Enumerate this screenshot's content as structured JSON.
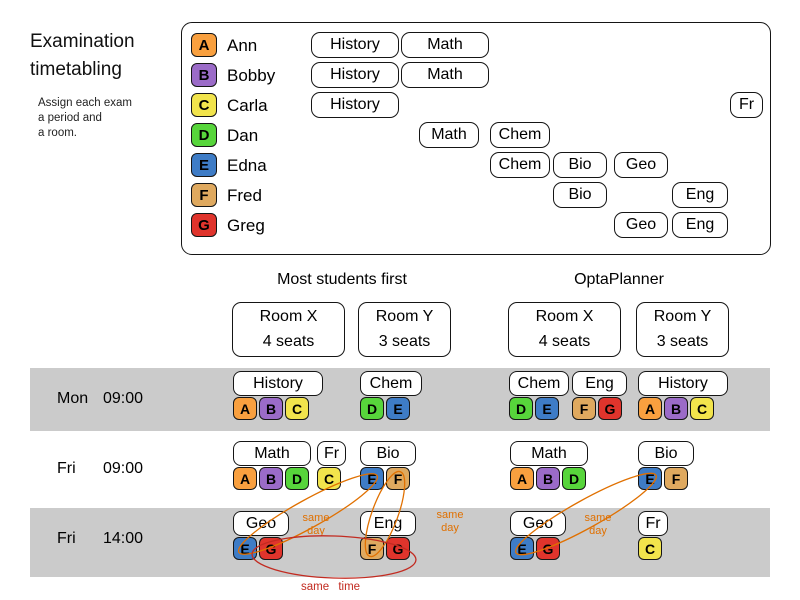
{
  "page": {
    "title_line1": "Examination",
    "title_line2": "timetabling",
    "subtitle_line1": "Assign each exam",
    "subtitle_line2": "a period and",
    "subtitle_line3": "a room."
  },
  "colors": {
    "A": "#F9A03F",
    "B": "#9B6BC8",
    "C": "#F2E44C",
    "D": "#57D53B",
    "E": "#3E7CC6",
    "F": "#DFA95F",
    "G": "#E0342C",
    "row_band": "#CBCBCB",
    "annotation_orange": "#E07000",
    "annotation_red": "#C22B21"
  },
  "students": [
    {
      "letter": "A",
      "name": "Ann",
      "exams": [
        "History",
        "Math"
      ]
    },
    {
      "letter": "B",
      "name": "Bobby",
      "exams": [
        "History",
        "Math"
      ]
    },
    {
      "letter": "C",
      "name": "Carla",
      "exams": [
        "History",
        "Fr"
      ]
    },
    {
      "letter": "D",
      "name": "Dan",
      "exams": [
        "Math",
        "Chem"
      ]
    },
    {
      "letter": "E",
      "name": "Edna",
      "exams": [
        "Chem",
        "Bio",
        "Geo"
      ]
    },
    {
      "letter": "F",
      "name": "Fred",
      "exams": [
        "Bio",
        "Eng"
      ]
    },
    {
      "letter": "G",
      "name": "Greg",
      "exams": [
        "Geo",
        "Eng"
      ]
    }
  ],
  "comparison": {
    "left_title": "Most students first",
    "right_title": "OptaPlanner",
    "room_x_name": "Room X",
    "room_x_seats": "4 seats",
    "room_y_name": "Room Y",
    "room_y_seats": "3 seats",
    "periods": [
      {
        "day": "Mon",
        "time": "09:00"
      },
      {
        "day": "Fri",
        "time": "09:00"
      },
      {
        "day": "Fri",
        "time": "14:00"
      }
    ],
    "msf": {
      "mon_x": [
        {
          "exam": "History",
          "students": [
            "A",
            "B",
            "C"
          ]
        }
      ],
      "mon_y": [
        {
          "exam": "Chem",
          "students": [
            "D",
            "E"
          ]
        }
      ],
      "fri9_x": [
        {
          "exam": "Math",
          "students": [
            "A",
            "B",
            "D"
          ]
        },
        {
          "exam": "Fr",
          "students": [
            "C"
          ]
        }
      ],
      "fri9_y": [
        {
          "exam": "Bio",
          "students": [
            "E",
            "F"
          ]
        }
      ],
      "fri14_x": [
        {
          "exam": "Geo",
          "students": [
            "E",
            "G"
          ]
        }
      ],
      "fri14_y": [
        {
          "exam": "Eng",
          "students": [
            "F",
            "G"
          ]
        }
      ]
    },
    "opta": {
      "mon_x": [
        {
          "exam": "Chem",
          "students": [
            "D",
            "E"
          ]
        },
        {
          "exam": "Eng",
          "students": [
            "F",
            "G"
          ]
        }
      ],
      "mon_y": [
        {
          "exam": "History",
          "students": [
            "A",
            "B",
            "C"
          ]
        }
      ],
      "fri9_x": [
        {
          "exam": "Math",
          "students": [
            "A",
            "B",
            "D"
          ]
        }
      ],
      "fri9_y": [
        {
          "exam": "Bio",
          "students": [
            "E",
            "F"
          ]
        }
      ],
      "fri14_x": [
        {
          "exam": "Geo",
          "students": [
            "E",
            "G"
          ]
        }
      ],
      "fri14_y": [
        {
          "exam": "Fr",
          "students": [
            "C"
          ]
        }
      ]
    }
  },
  "annotations": {
    "same": "same",
    "day": "day",
    "same_time": "same time"
  }
}
